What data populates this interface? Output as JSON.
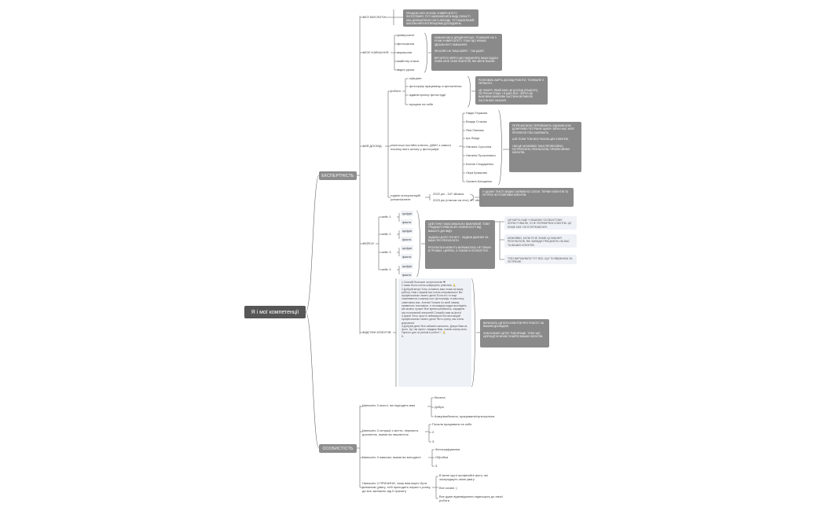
{
  "root": "Я і мої компетенції",
  "sections": {
    "expertise": "ЕКСПЕРТНІСТЬ",
    "features": "ОСОБИСТІСТЬ"
  },
  "branches": {
    "thoughts": "МОЇ МИСЛИТИ",
    "education": "МОЄ НАВЧАННЯ",
    "experience": "МІЙ ДОСВІД",
    "cases": "КЕЙСИ",
    "reviews": "ВІДГУКИ КЛІЄНТІВ"
  },
  "education_items": [
    "університет",
    "фотошкола",
    "воркшопи",
    "майстер класи",
    "відео уроки"
  ],
  "work": {
    "label": "робота",
    "items": [
      "офіціант",
      "фотограф працювець в фотоательє",
      "адміністратор фотостудії",
      "працюю на себе"
    ]
  },
  "clients": {
    "label": "клієнтські постійні клієнти, ДІМО з самого початку мого шляху у фотографії",
    "names": [
      "Надія Герасим",
      "Влада Стасюк",
      "Яна Павлюк",
      "Іра Лазур",
      "Наталія Сухоліна",
      "Наталія Прокопович",
      "Ксенія Сподаренко",
      "Лєра Крашова",
      "Оксана Клищенко"
    ]
  },
  "hours": {
    "label": "години консультацій/ усповлі/клієнт",
    "lines": [
      "2022 рік - 167 зйомок",
      "2023 рік (станом на літо) -97 зйомок"
    ]
  },
  "cases": [
    {
      "label": "кейс 1",
      "items": [
        "цифри",
        "факти"
      ]
    },
    {
      "label": "кейс 2",
      "items": [
        "цифри",
        "факти"
      ]
    },
    {
      "label": "кейс 3",
      "items": [
        "цифри",
        "факти"
      ]
    },
    {
      "label": "кейс 4",
      "items": [
        "цифри",
        "факти"
      ]
    }
  ],
  "notes": {
    "thoughts": "ПРАЦЮЮ НЕЗ ЗУСИЛЬ УНІВЕРСИТЕТУ ФОТОГРАФІЯ, ТОТ НАБЛИЖЕНИЇ В ВИДІ ОБЛАСТІ ІНШ ДОЗВАЛЯЮЧИ ЧОГО-НЕБУДЬ. ТУТ ВКАЗУЮЧИЙ ФАТАЛЬНИЙ ЕКСПІРАЦІЯМИ ДОСВІДЧЕНЬ.",
    "education": "НАВЧАЮЧИСЬ ДРАДЕННЯ ЩО, ТОЧНІШНЕ НА 3 РОКИ УНІВЕРСИТЕТІ. ТОМУ ЩО НЕМАЄ ІДЕАЛЬНОГО ЗАВЧАННЯ.\n\nЯК ШЛЯХ НА \"ВАШ ШЛЯХ\" - ТАК ДАЮТ.\n\nВІРЧИТЕЛІ ЧЕРЕЗ ЩО ПИДЧИНЯТЬ ВАШІ ЗАДАЧІ. ЗОВНІ МОЄ СЕБЕ ВЧИТЕЛЯ, ЯКІ МЕНЕ ВЧИЛИ.",
    "work": "РОЗПОВІЛЬ ВАРТЬ ДОСВІД РОБОТИ, ТОЧНІШНЕ З ПЕРШОГО.\n\nЦЕ ЛІКАРЯ, ЯКИЙ МАЄ ЦЕ ДОСВІД (ПАЦІЄНТ), ПОТРІБНИ ТОЩО І Я ДАЮ ВСЕ. ЧЕРЕЗ ЦЕ ВАЖЛИВА ВАЖЛИВА ЧАСТИНА ВЕЛИКОЮ ЧАСТИНОЮ ЗНАННЯ.",
    "clients": "ПЕРЕЧИСЛЮЮ ПЕРЕЙМАЮТЬ ЄДИНИМ КОМ ДОВІРЛИВО ПОТРІБНЕ ЦИКЛУ ЗАРАЗ НАС МОЯ ПРОФЕСІЯ ТОБІ ЗАЛЕЖИТЬ.\n\nАЛЕ ПОКИ ТОБІ ВСЕ РАЗОМ ЦИХ КЛІЄНТІВ.\n\nІ ВИ ЦЕ МОЖЛИВО ТАКА ПРОФЕСІЙНО ПОТРЕБУЮТЬ РЕЗУЛЬТАТІВ, ПРОФЕСІЙНИХ КЛІЄНТІВ.",
    "hours": "У ЦЬОМУ ТЕКСТІ ВИДНО ЗАЯВЛЕНО СЕЗОН, ТЕРМІН КЛІЄНТІВ ТА ПОТРЕБ ФОТОЗЙОМКИ КЛІЄНТІВ.",
    "cases": "ЦЕЙ ПУНКТ МАКСИМАЛЬНО ВАЖЛИВИЙ, ТОМУ ГРАДАЦІЯ ЗЛІВА ВСИХ ЗАЛЕЖНОСТІ ВІД ВАШОГО ДОСВІДУ.\n\nЗАДАЧА ЦЬОГО ПУНКТУ - ЗАДАЧА ДАННИХ ЗА ВАШІ ПРО РЕЗУЛЬТАТИ.\n\nРЕЗУЛЬТАТИ МОЖУТЬ ВИРАЖАТИСЬ НЕ ТІЛЬКИ В ГРОШАХ, ЦИФРАХ, А ТАКОЖ В ОСОБИСТИХ.",
    "cases_r1": "ЦЯ КАРТА ЄЩЕ У ВАШОМУ ОСОБИСТОМУ КОРИСТУВАННІ, Я НЕ ПЕРЕВІРЯЛА КЛІЄНТІВ. ЦЕ ЛИШЕ МОЇ СПОСТЕРЕЖЕННЯ.",
    "cases_r2": "МОЖЛИВО, КОЛИ Я НЕ ЗНАЮ ЦІ ЗНАННЯ РЕЗУЛЬТАТІВ, ЯКІ ЗАВЖДИ ПРАЦЮЮТЬ НА ВАС ТА ВАШИХ КЛІЄНТІВ.",
    "cases_r3": "ТОБІ ВИРІШУВАТИ ТУТ ВСЕ, ЩО ТИ ВВАЖАЄШ ЗА ПОТРІБНЕ.",
    "reviews_right": "ВКЛЮЧАТЬ ЦИТАТИ КЛІЄНТІВ ПРО РОБОТУ ЗА ВАШИМ ДОСВІДОМ.\n\nЧИМ БІЛЬШЕ ЦИТАТ ТИМ КРАЩЕ, ТОМУ ЩО ЦЕЙ ВІДГУК МОЖЕ ЗНАЙТИ ВАШИХ КЛІЄНТІВ."
  },
  "reviews_text": "1.Спасибі большое за фотосесію ❤\nС вами было очень комфортно работать 🙏\n2.Добрий вечір! Хочу оставить вам отзыв за вашу работу. Нам с мужем все очень понравилось! Вы профессионал своего дела! Если кто то еще сомневается к какому кого фотографу то вам могу советовать вас. Алена! Поняли по всей гаммы, правильно поставили, и на каждом кадре выглядеть как можно лучше! Все время улыбались, зарядили нас позитивной энергией! Спасибо вам за фото!\n3.Ірина! Фото просто неймовірні! Ви настоящий профессионал своего дела! Фото супер, мы очень довольны!\n4.Добрий день! Все забавно написать. Дякую Вам за фото. Це так гарно і завдяки Вам, ловлю кожну мить. Гарного дня та успіхів в роботі🤍🙏\n5.",
  "features": [
    {
      "label": "Напишіть 3 якості, які підходять вам",
      "items": [
        "Весела",
        "Добра",
        "Комунікабельна, працювати/пунктуальна"
      ]
    },
    {
      "label": "Напишіть 3 ситуації з життя, перемоги, досягнень, якими ви пишаєтесь",
      "items": [
        "Почала працювати на себе",
        "2.",
        "3."
      ]
    },
    {
      "label": "Напишіть 3 навички, якими ви володієте",
      "items": [
        "Фотографування",
        "Обробка",
        "3."
      ]
    },
    {
      "label": "Напишіть 3 ПРИЧИНИ, чому вам варто бути успішним (увагу, тобі приходить наразі з успіху, де все залежить від її причин)",
      "items": [
        "В мене круті професійні фото, які зосереджуть свою увагу",
        "Все кохаю :)",
        "Все дуже відповідально відношусь до своєї роботи"
      ]
    }
  ]
}
